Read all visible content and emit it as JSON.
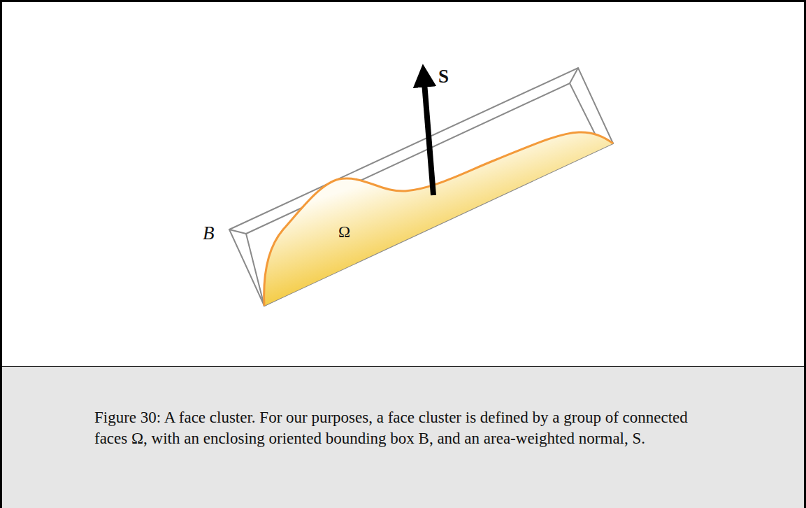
{
  "diagram": {
    "caption": "Figure 30: A face cluster. For our purposes, a face cluster is defined by a group of connected faces Ω, with an enclosing oriented bounding box B, and an area-weighted normal, S.",
    "labels": [
      "S",
      "B",
      "Ω"
    ]
  }
}
